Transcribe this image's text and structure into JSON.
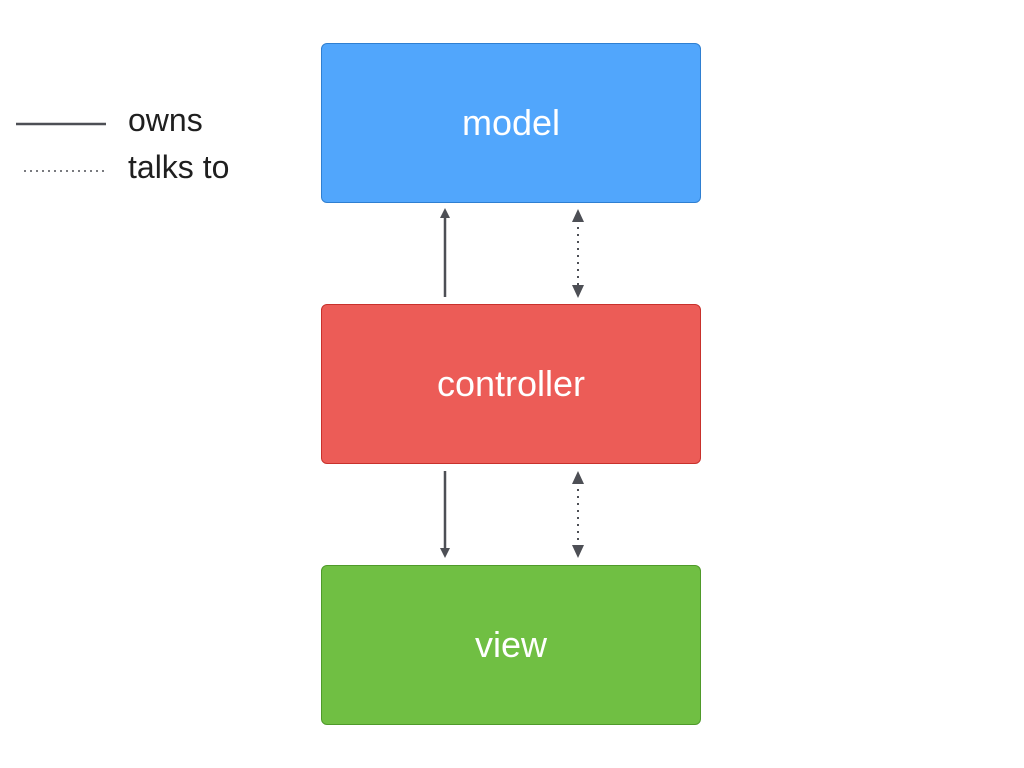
{
  "legend": {
    "owns_label": "owns",
    "talks_label": "talks to"
  },
  "nodes": {
    "model": "model",
    "controller": "controller",
    "view": "view"
  },
  "colors": {
    "model": "#51a6fc",
    "controller": "#ec5c57",
    "view": "#70bf43",
    "arrow": "#4d4f55"
  },
  "edges": [
    {
      "from": "controller",
      "to": "model",
      "kind": "owns"
    },
    {
      "from": "controller",
      "to": "model",
      "kind": "talks to",
      "bidirectional": true
    },
    {
      "from": "controller",
      "to": "view",
      "kind": "owns"
    },
    {
      "from": "controller",
      "to": "view",
      "kind": "talks to",
      "bidirectional": true
    }
  ]
}
